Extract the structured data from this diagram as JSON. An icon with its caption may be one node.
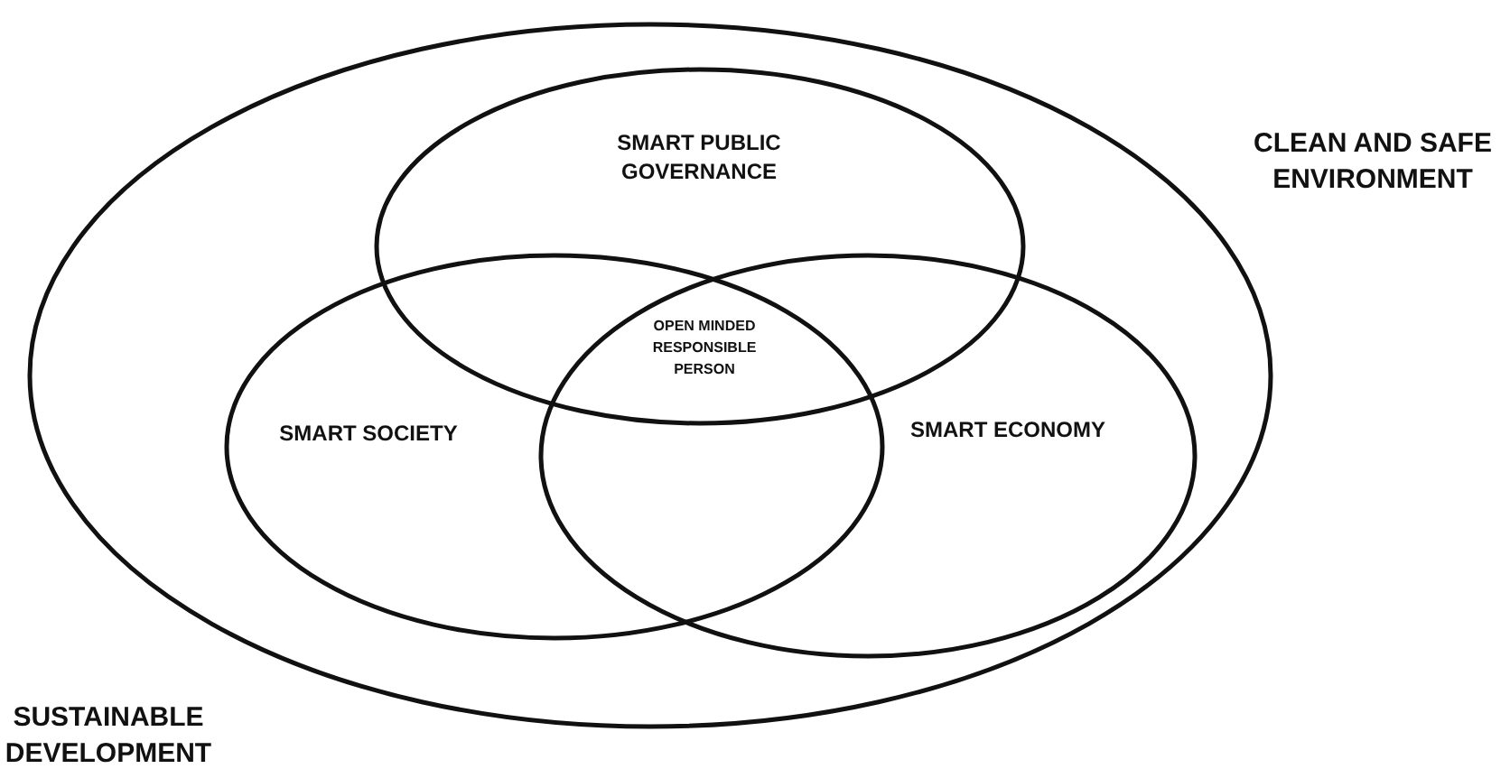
{
  "diagram": {
    "nodes": [
      {
        "text": [
          "CLEAN AND SAFE ENVIRONMENT",
          "SUSTAINABLE DEVELOPMENT"
        ]
      },
      {
        "text": [
          "SMART PUBLIC GOVERNANCE"
        ],
        "in": 0
      },
      {
        "text": [
          "SMART SOCIETY"
        ],
        "in": 0
      },
      {
        "text": [
          "SMART ECONOMY"
        ],
        "in": 0
      }
    ],
    "edges": [],
    "labels": [
      "OPEN MINDED RESPONSIBLE PERSON"
    ]
  }
}
